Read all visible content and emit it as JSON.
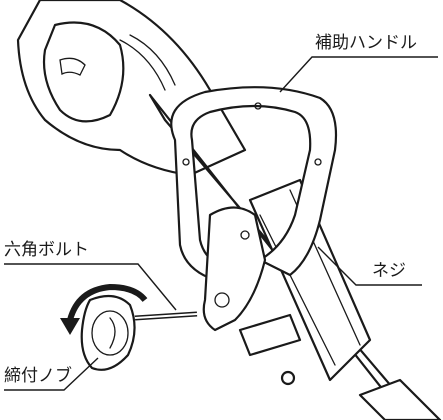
{
  "labels": {
    "auxiliary_handle": "補助ハンドル",
    "screw": "ネジ",
    "hex_bolt": "六角ボルト",
    "clamp_knob": "締付ノブ"
  },
  "colors": {
    "ink": "#1a1a1a",
    "paper": "#ffffff"
  }
}
